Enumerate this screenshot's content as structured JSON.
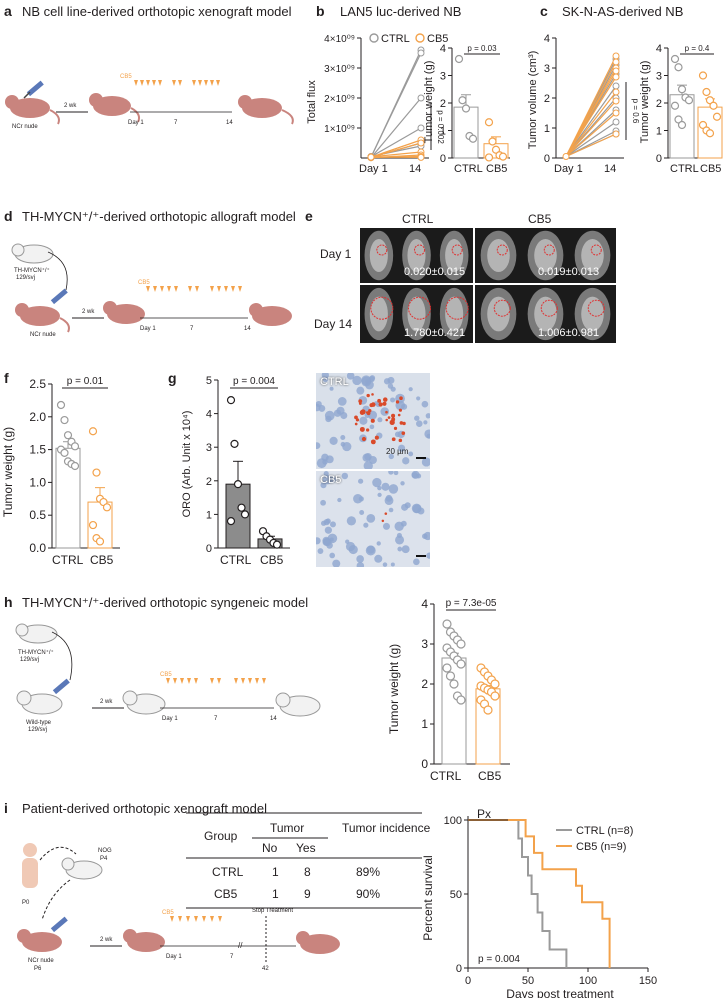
{
  "colors": {
    "ctrl": "#9a9a9a",
    "cb5": "#f3a24b",
    "mouse": "#c9847e",
    "arrow": "#f3a24b",
    "tissue": "#b8c8e0"
  },
  "a": {
    "label": "a",
    "title": "NB cell line-derived orthotopic xenograft model",
    "mouse": "NCr nude",
    "interval": "2 wk",
    "cb5": "CB5",
    "ticks": [
      "Day 1",
      "7",
      "14"
    ]
  },
  "b": {
    "label": "b",
    "title": "LAN5 luc-derived NB",
    "legend_ctrl": "CTRL",
    "legend_cb5": "CB5",
    "flux_ylabel": "Total flux",
    "flux_ticks": [
      "1×10⁰⁹",
      "2×10⁰⁹",
      "3×10⁰⁹",
      "4×10⁰⁹"
    ],
    "flux_x": [
      "Day 1",
      "14"
    ],
    "flux_p": "p = 0.002",
    "weight_ylabel": "Tumor weight (g)",
    "weight_ticks": [
      "0",
      "1",
      "2",
      "3",
      "4"
    ],
    "weight_x": [
      "CTRL",
      "CB5"
    ],
    "weight_p": "p = 0.03"
  },
  "c": {
    "label": "c",
    "title": "SK-N-AS-derived NB",
    "vol_ylabel": "Tumor volume (cm³)",
    "vol_ticks": [
      "0",
      "1",
      "2",
      "3",
      "4"
    ],
    "vol_x": [
      "Day 1",
      "14"
    ],
    "vol_p": "p = 0.6",
    "weight_ylabel": "Tumor weight (g)",
    "weight_ticks": [
      "0",
      "1",
      "2",
      "3",
      "4"
    ],
    "weight_x": [
      "CTRL",
      "CB5"
    ],
    "weight_p": "p = 0.4"
  },
  "d": {
    "label": "d",
    "title": "TH-MYCN⁺/⁺-derived orthotopic allograft model",
    "donor": "TH-MYCN⁺/⁺",
    "donor_strain": "129/svj",
    "mouse": "NCr nude",
    "interval": "2 wk",
    "cb5": "CB5",
    "ticks": [
      "Day 1",
      "7",
      "14"
    ]
  },
  "e": {
    "label": "e",
    "col_ctrl": "CTRL",
    "col_cb5": "CB5",
    "row1": "Day 1",
    "row2": "Day 14",
    "v11": "0.020±0.015",
    "v12": "0.019±0.013",
    "v21": "1.780±0.421",
    "v22": "1.006±0.981"
  },
  "f": {
    "label": "f",
    "ylabel": "Tumor weight (g)",
    "ticks": [
      "0.0",
      "0.5",
      "1.0",
      "1.5",
      "2.0",
      "2.5"
    ],
    "x": [
      "CTRL",
      "CB5"
    ],
    "p": "p = 0.01"
  },
  "g": {
    "label": "g",
    "ylabel": "ORO (Arb. Unit x 10⁴)",
    "ticks": [
      "0",
      "1",
      "2",
      "3",
      "4",
      "5"
    ],
    "x": [
      "CTRL",
      "CB5"
    ],
    "p": "p = 0.004",
    "img_ctrl": "CTRL",
    "img_cb5": "CB5",
    "scale": "20 µm"
  },
  "h": {
    "label": "h",
    "title": "TH-MYCN⁺/⁺-derived orthotopic syngeneic model",
    "donor": "TH-MYCN⁺/⁺",
    "donor_strain": "129/svj",
    "recipient": "Wild-type",
    "recipient_strain": "129/svj",
    "interval": "2 wk",
    "cb5": "CB5",
    "ticks": [
      "Day 1",
      "7",
      "14"
    ],
    "ylabel": "Tumor weight (g)",
    "yticks": [
      "0",
      "1",
      "2",
      "3",
      "4"
    ],
    "x": [
      "CTRL",
      "CB5"
    ],
    "p": "p = 7.3e-05"
  },
  "i": {
    "label": "i",
    "title": "Patient-derived orthotopic xenograft model",
    "table_headers": [
      "Group",
      "Tumor",
      "Tumor incidence"
    ],
    "table_sub": [
      "No",
      "Yes"
    ],
    "table_rows": [
      [
        "CTRL",
        "1",
        "8",
        "89%"
      ],
      [
        "CB5",
        "1",
        "9",
        "90%"
      ]
    ],
    "p0": "P0",
    "nog": "NOG",
    "p4": "P4",
    "ncr": "NCr nude",
    "p6": "P6",
    "interval": "2 wk",
    "cb5": "CB5",
    "stop": "Stop Treatment",
    "ticks": [
      "Day 1",
      "7",
      "42"
    ],
    "px": "Px",
    "legend_ctrl": "CTRL (n=8)",
    "legend_cb5": "CB5 (n=9)",
    "ylabel": "Percent survival",
    "xlabel": "Days post treatment",
    "yticks": [
      "0",
      "50",
      "100"
    ],
    "xticks": [
      "0",
      "50",
      "100",
      "150"
    ],
    "p": "p = 0.004"
  }
}
